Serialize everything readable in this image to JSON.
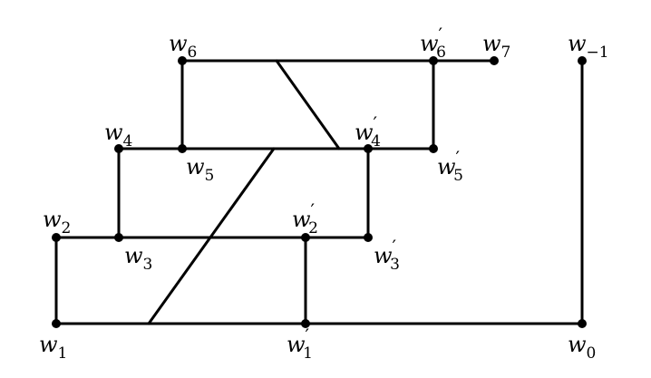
{
  "vertices": [
    {
      "id": "w_6",
      "base": "w",
      "sub": "6",
      "prime": ""
    },
    {
      "id": "w_6p",
      "base": "w",
      "sub": "6",
      "prime": "′"
    },
    {
      "id": "w_7",
      "base": "w",
      "sub": "7",
      "prime": ""
    },
    {
      "id": "w_-1",
      "base": "w",
      "sub": "−1",
      "prime": ""
    },
    {
      "id": "w_4",
      "base": "w",
      "sub": "4",
      "prime": ""
    },
    {
      "id": "w_5",
      "base": "w",
      "sub": "5",
      "prime": ""
    },
    {
      "id": "w_4p",
      "base": "w",
      "sub": "4",
      "prime": "′"
    },
    {
      "id": "w_5p",
      "base": "w",
      "sub": "5",
      "prime": "′"
    },
    {
      "id": "w_2",
      "base": "w",
      "sub": "2",
      "prime": ""
    },
    {
      "id": "w_3",
      "base": "w",
      "sub": "3",
      "prime": ""
    },
    {
      "id": "w_2p",
      "base": "w",
      "sub": "2",
      "prime": "′"
    },
    {
      "id": "w_3p",
      "base": "w",
      "sub": "3",
      "prime": "′"
    },
    {
      "id": "w_1",
      "base": "w",
      "sub": "1",
      "prime": ""
    },
    {
      "id": "w_1p",
      "base": "w",
      "sub": "1",
      "prime": "′"
    },
    {
      "id": "w_0",
      "base": "w",
      "sub": "0",
      "prime": ""
    }
  ],
  "edges": [
    [
      "w_6",
      "w_6p"
    ],
    [
      "w_6p",
      "w_7"
    ],
    [
      "w_6",
      "w_5"
    ],
    [
      "w_6p",
      "w_5p"
    ],
    [
      "w_4",
      "w_5"
    ],
    [
      "w_5",
      "w_4p"
    ],
    [
      "w_4p",
      "w_5p"
    ],
    [
      "w_4",
      "w_3"
    ],
    [
      "w_4p",
      "w_3p"
    ],
    [
      "w_2",
      "w_3"
    ],
    [
      "w_3",
      "w_2p"
    ],
    [
      "w_2p",
      "w_3p"
    ],
    [
      "w_2",
      "w_1"
    ],
    [
      "w_2p",
      "w_1p"
    ],
    [
      "w_1",
      "w_1p"
    ],
    [
      "w_1p",
      "w_0"
    ],
    [
      "w_-1",
      "w_0"
    ]
  ],
  "crossing_edges": 2
}
